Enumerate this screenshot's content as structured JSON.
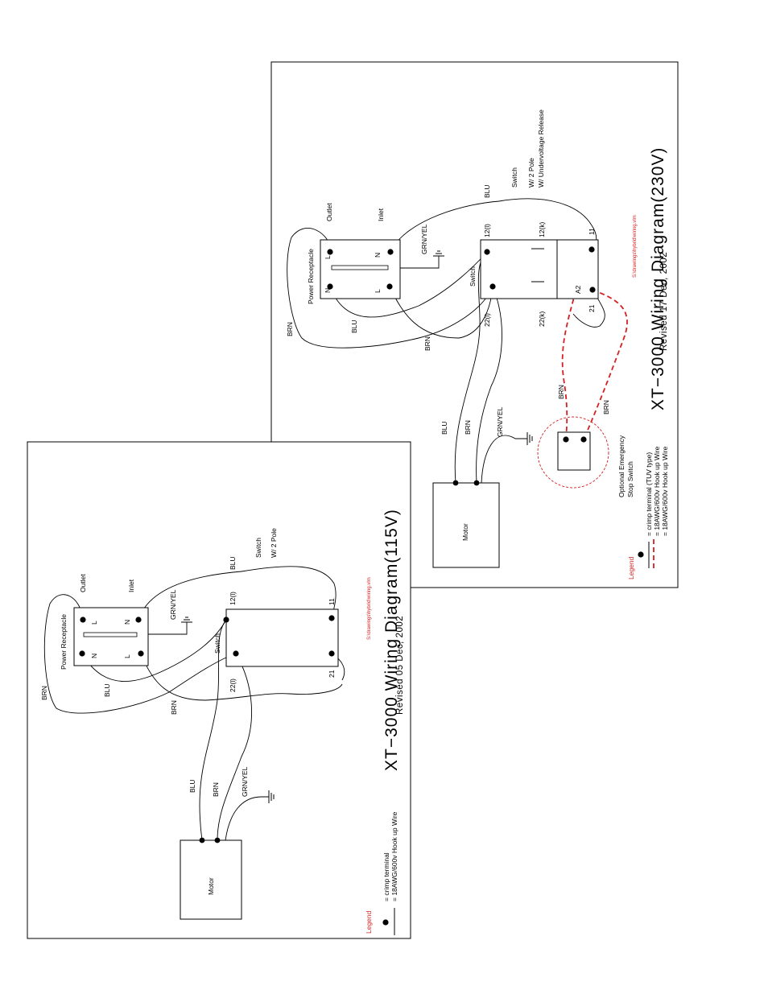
{
  "sheet_230v": {
    "title": "XT−3000 Wiring Diagram(230V)",
    "revised": "Revised 17 Dec, 2002",
    "file_path": "S:\\drawings\\hybrid\\wiring.vlm",
    "labels": {
      "power_receptacle": "Power Receptacle",
      "outlet": "Outlet",
      "inlet": "Inlet",
      "n_top": "N",
      "l_top": "L",
      "n_bottom": "N",
      "l_bottom": "L",
      "grn_yel_inlet": "GRN/YEL",
      "switch_title": "Switch",
      "switch_sub1": "W/ 2 Pole",
      "switch_sub2": "W/ Undervoltage Release",
      "blu_top": "BLU",
      "brn_left": "BRN",
      "blu_left": "BLU",
      "brn_mid": "BRN",
      "switch_mid": "Switch",
      "t12i": "12(l)",
      "t12k": "12(k)",
      "t22i": "22(l)",
      "t22k": "22(k)",
      "t11": "11",
      "t21": "21",
      "a2": "A2",
      "blu_motor": "BLU",
      "brn_motor": "BRN",
      "grn_yel_motor": "GRN/YEL",
      "motor": "Motor",
      "brn_estop1": "BRN",
      "brn_estop2": "BRN",
      "estop1": "Optional Emergency",
      "estop2": "Stop Switch"
    },
    "legend": {
      "title": "Legend",
      "crimp": "= crimp terminal (TUV type)",
      "hookup1": "= 18AWG/600v Hook up Wire",
      "hookup2": "= 18AWG/600v Hook up Wire"
    }
  },
  "sheet_115v": {
    "title": "XT−3000 Wiring Diagram(115V)",
    "revised": "Revised 05 Dec, 2002",
    "file_path": "S:\\drawings\\hybrid\\wiring.vlm",
    "labels": {
      "power_receptacle": "Power Receptacle",
      "outlet": "Outlet",
      "inlet": "Inlet",
      "n_top": "N",
      "l_top": "L",
      "n_bottom": "N",
      "l_bottom": "L",
      "grn_yel_inlet": "GRN/YEL",
      "switch_title": "Switch",
      "switch_sub1": "W/ 2 Pole",
      "blu_top": "BLU",
      "brn_left": "BRN",
      "blu_left": "BLU",
      "brn_mid": "BRN",
      "switch_mid": "Switch",
      "t12i": "12(l)",
      "t22i": "22(l)",
      "t11": "11",
      "t21": "21",
      "blu_motor": "BLU",
      "brn_motor": "BRN",
      "grn_yel_motor": "GRN/YEL",
      "motor": "Motor"
    },
    "legend": {
      "title": "Legend",
      "crimp": "= crimp terminal",
      "hookup1": "= 18AWG/600v Hook up Wire"
    }
  }
}
